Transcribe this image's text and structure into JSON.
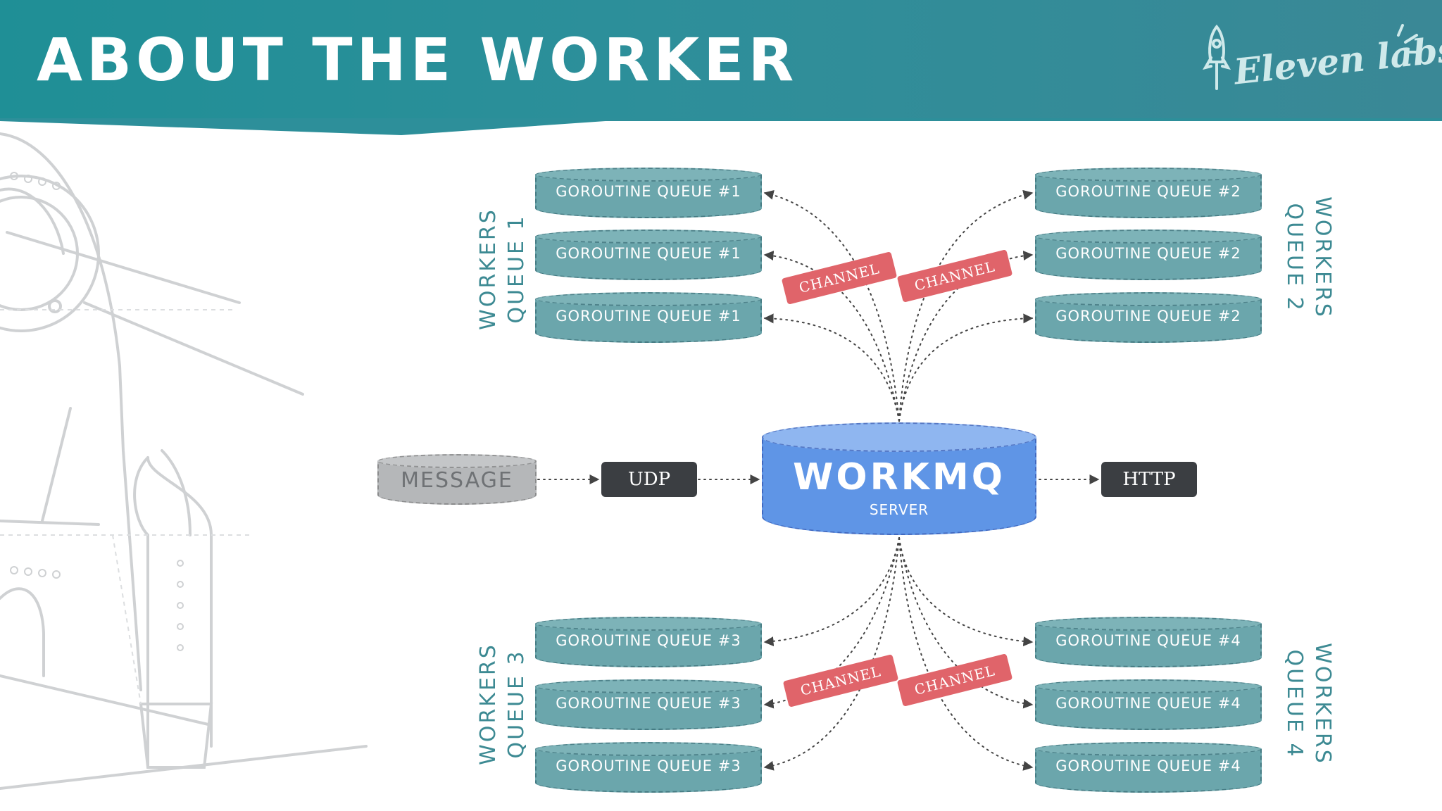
{
  "header": {
    "title": "ABOUT THE WORKER"
  },
  "logo": {
    "text": "Eleven labs",
    "icon": "rocket-icon"
  },
  "diagram": {
    "message": "MESSAGE",
    "udp": "UDP",
    "http": "HTTP",
    "server": {
      "name": "WORKMQ",
      "sub": "SERVER"
    },
    "channel_label": "CHANNEL",
    "groups": [
      {
        "label_line1": "WORKERS",
        "label_line2": "QUEUE 1",
        "queues": [
          "GOROUTINE QUEUE #1",
          "GOROUTINE QUEUE #1",
          "GOROUTINE QUEUE #1"
        ]
      },
      {
        "label_line1": "WORKERS",
        "label_line2": "QUEUE 2",
        "queues": [
          "GOROUTINE QUEUE #2",
          "GOROUTINE QUEUE #2",
          "GOROUTINE QUEUE #2"
        ]
      },
      {
        "label_line1": "WORKERS",
        "label_line2": "QUEUE 3",
        "queues": [
          "GOROUTINE QUEUE #3",
          "GOROUTINE QUEUE #3",
          "GOROUTINE QUEUE #3"
        ]
      },
      {
        "label_line1": "WORKERS",
        "label_line2": "QUEUE 4",
        "queues": [
          "GOROUTINE QUEUE #4",
          "GOROUTINE QUEUE #4",
          "GOROUTINE QUEUE #4"
        ]
      }
    ]
  },
  "colors": {
    "header": "#2d8f9a",
    "goroutine": "#6ba6ac",
    "server": "#5f95e6",
    "channel": "#e0646a",
    "dark_box": "#3b3e42",
    "message": "#b5b7b9",
    "side_label": "#3d8a93"
  }
}
